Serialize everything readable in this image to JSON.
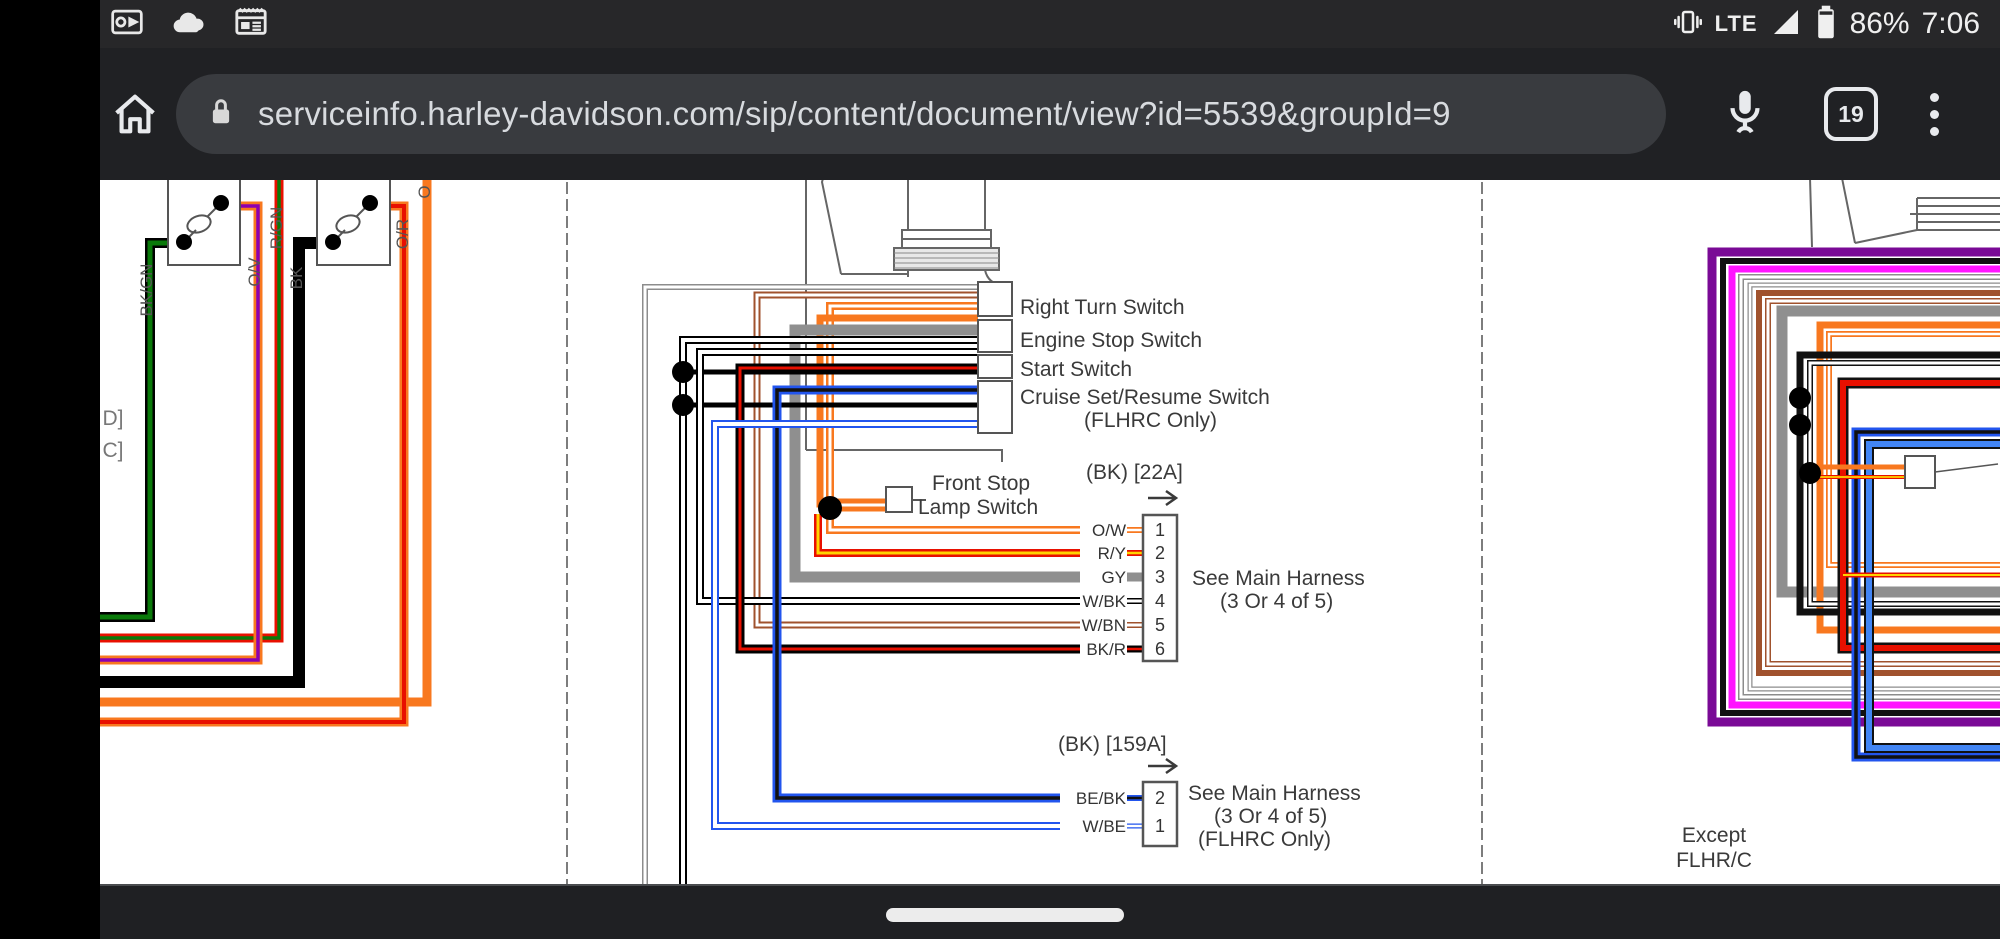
{
  "status_bar": {
    "time": "7:06",
    "battery_percent": "86%",
    "network": "LTE"
  },
  "browser": {
    "url": "serviceinfo.harley-davidson.com/sip/content/document/view?id=5539&groupId=9",
    "tab_count": "19"
  },
  "diagram": {
    "left": {
      "wire_labels": {
        "bkgn": "BK/GN",
        "ov": "O/V",
        "rgn": "R/GN",
        "bk": "BK",
        "or_w": "O/R",
        "o": "O"
      },
      "clipped": {
        "a": "D]",
        "b": "C]"
      }
    },
    "center": {
      "switches": {
        "right_turn": "Right Turn Switch",
        "engine_stop": "Engine Stop Switch",
        "start": "Start Switch",
        "cruise": "Cruise Set/Resume Switch",
        "cruise_note": "(FLHRC Only)"
      },
      "front_stop": {
        "line1": "Front Stop",
        "line2": "Lamp Switch"
      },
      "conn22a": {
        "title": "(BK) [22A]",
        "note1": "See Main Harness",
        "note2": "(3 Or 4 of 5)",
        "pins": [
          {
            "n": "1",
            "w": "O/W"
          },
          {
            "n": "2",
            "w": "R/Y"
          },
          {
            "n": "3",
            "w": "GY"
          },
          {
            "n": "4",
            "w": "W/BK"
          },
          {
            "n": "5",
            "w": "W/BN"
          },
          {
            "n": "6",
            "w": "BK/R"
          }
        ]
      },
      "conn159a": {
        "title": "(BK) [159A]",
        "note1": "See Main Harness",
        "note2": "(3 Or 4 of 5)",
        "note3": "(FLHRC Only)",
        "pins": [
          {
            "n": "2",
            "w": "BE/BK"
          },
          {
            "n": "1",
            "w": "W/BE"
          }
        ]
      }
    },
    "right": {
      "caption1": "Except",
      "caption2": "FLHR/C"
    },
    "colors": {
      "orange": "#f8781f",
      "red": "#e81000",
      "green": "#0a7a0a",
      "violet": "#8c00b0",
      "brown": "#a0522d",
      "blue": "#2255ee",
      "magenta": "#ff14ff",
      "purple": "#7a0a96",
      "gray": "#8f8f8f",
      "yellow": "#ffd400"
    }
  }
}
